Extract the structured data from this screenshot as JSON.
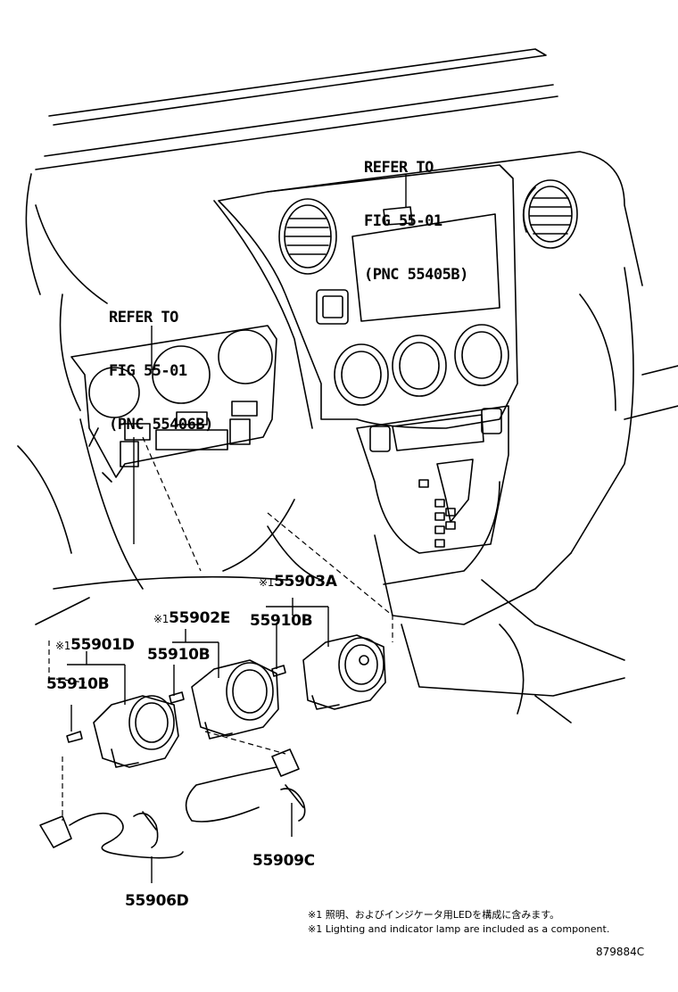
{
  "refs": [
    {
      "line1": "REFER TO",
      "line2": "FIG 55-01",
      "line3": "(PNC 55405B)"
    },
    {
      "line1": "REFER TO",
      "line2": "FIG 55-01",
      "line3": "(PNC 55406B)"
    }
  ],
  "parts": {
    "p55903A": {
      "mark": "※1",
      "number": "55903A"
    },
    "p55902E": {
      "mark": "※1",
      "number": "55902E"
    },
    "p55901D": {
      "mark": "※1",
      "number": "55901D"
    },
    "p55910B_a": {
      "number": "55910B"
    },
    "p55910B_b": {
      "number": "55910B"
    },
    "p55910B_c": {
      "number": "55910B"
    },
    "p55909C": {
      "number": "55909C"
    },
    "p55906D": {
      "number": "55906D"
    }
  },
  "notes": {
    "jp": "※1 照明、およびインジケータ用LEDを構成に含みます。",
    "en": "※1 Lighting and indicator lamp are included as a component."
  },
  "diagram_code": "879884C"
}
